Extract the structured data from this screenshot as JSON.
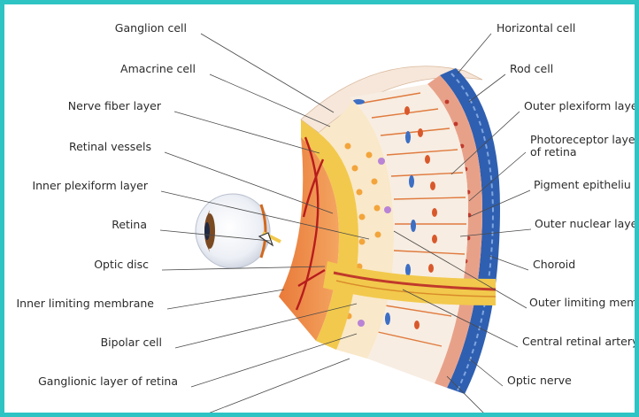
{
  "labels_left": [
    "Ganglion cell",
    "Amacrine cell",
    "Nerve fiber layer",
    "Retinal vessels",
    "Inner plexiform layer",
    "Retina",
    "Optic disc",
    "Inner limiting membrane",
    "Bipolar cell",
    "Ganglionic layer of retina"
  ],
  "labels_right": [
    "Horizontal cell",
    "Rod cell",
    "Outer plexiform laye",
    "Photoreceptor laye of retina",
    "Pigment epitheliu",
    "Outer nuclear laye",
    "Choroid",
    "Outer limiting mem",
    "Central retinal artery",
    "Optic nerve"
  ],
  "colors": {
    "frame": "#2ec4c4",
    "choroid": "#2f5fb0",
    "pigment": "#c0392b",
    "nerve_fiber": "#f2c94c",
    "vessel": "#b71c1c",
    "photoreceptor": "#e07a3e"
  }
}
